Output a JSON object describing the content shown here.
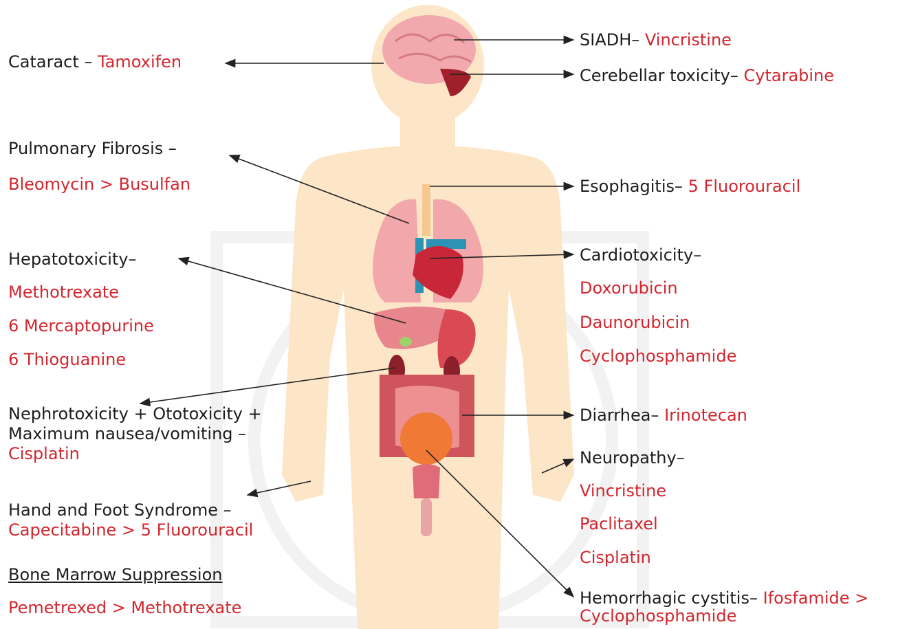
{
  "labels": {
    "cataract": {
      "term": "Cataract – ",
      "drug": "Tamoxifen"
    },
    "siadh": {
      "term": "SIADH– ",
      "drug": "Vincristine"
    },
    "cerebellar": {
      "term": "Cerebellar toxicity– ",
      "drug": "Cytarabine"
    },
    "pulmonary": {
      "term": "Pulmonary Fibrosis –",
      "drugs": "Bleomycin > Busulfan"
    },
    "esophagitis": {
      "term": "Esophagitis– ",
      "drug": "5 Fluorouracil"
    },
    "hepato": {
      "term": "Hepatotoxicity–",
      "drugs": [
        "Methotrexate",
        "6 Mercaptopurine",
        "6 Thioguanine"
      ]
    },
    "cardio": {
      "term": "Cardiotoxicity–",
      "drugs": [
        "Doxorubicin",
        "Daunorubicin",
        "Cyclophosphamide"
      ]
    },
    "nephro": {
      "line1": "Nephrotoxicity + Ototoxicity +",
      "line2": "Maximum nausea/vomiting –",
      "drug": "Cisplatin"
    },
    "diarrhea": {
      "term": "Diarrhea– ",
      "drug": "Irinotecan"
    },
    "neuro": {
      "term": "Neuropathy–",
      "drugs": [
        "Vincristine",
        "Paclitaxel",
        "Cisplatin"
      ]
    },
    "handfoot": {
      "term": "Hand and Foot Syndrome –",
      "drugs": "Capecitabine > 5 Fluorouracil"
    },
    "bone": {
      "term": "Bone Marrow Suppression",
      "drugs": "Pemetrexed > Methotrexate"
    },
    "hemorrhagic": {
      "term": "Hemorrhagic cystitis– ",
      "drug1": "Ifosfamide >",
      "drug2": "Cyclophosphamide"
    }
  },
  "colors": {
    "term": "#1d1d1d",
    "drug": "#d3262e",
    "skin": "#fde6c8"
  }
}
